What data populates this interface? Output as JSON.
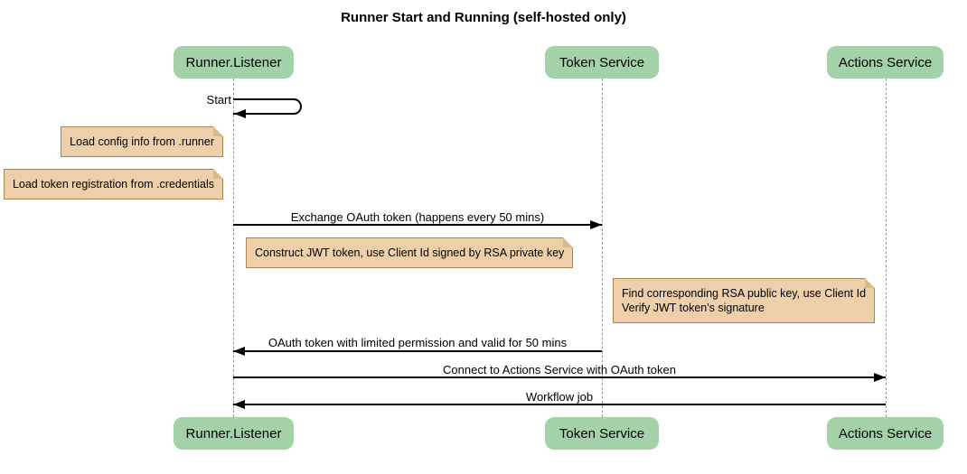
{
  "diagram": {
    "type": "sequence",
    "title": "Runner Start and Running (self-hosted only)"
  },
  "participants": [
    {
      "label": "Runner.Listener"
    },
    {
      "label": "Token Service"
    },
    {
      "label": "Actions Service"
    }
  ],
  "messages": [
    {
      "from": "Runner.Listener",
      "to": "Runner.Listener",
      "kind": "self",
      "label": "Start"
    },
    {
      "from": "Runner.Listener",
      "to": "Token Service",
      "kind": "solid-arrow",
      "label": "Exchange OAuth token (happens every 50 mins)"
    },
    {
      "from": "Token Service",
      "to": "Runner.Listener",
      "kind": "solid-arrow",
      "label": "OAuth token with limited permission and valid for 50 mins"
    },
    {
      "from": "Runner.Listener",
      "to": "Actions Service",
      "kind": "solid-arrow",
      "label": "Connect to Actions Service with OAuth token"
    },
    {
      "from": "Actions Service",
      "to": "Runner.Listener",
      "kind": "solid-arrow",
      "label": "Workflow job"
    }
  ],
  "notes": [
    {
      "position": "left of Runner.Listener",
      "label": "Load config info from .runner"
    },
    {
      "position": "left of Runner.Listener",
      "label": "Load token registration from .credentials"
    },
    {
      "position": "right of Runner.Listener",
      "label": "Construct JWT token, use Client Id signed by RSA private key"
    },
    {
      "position": "right of Token Service",
      "lines": [
        "Find corresponding RSA public key, use Client Id",
        "Verify JWT token's signature"
      ]
    }
  ],
  "colors": {
    "participant_fill": "#A3D1A8",
    "note_fill": "#EDCFA9",
    "note_border": "#AA8552",
    "note_fold": "#D9B98C",
    "lifeline": "#999999",
    "message": "#000000",
    "text": "#000000",
    "background": "#FFFFFF"
  }
}
